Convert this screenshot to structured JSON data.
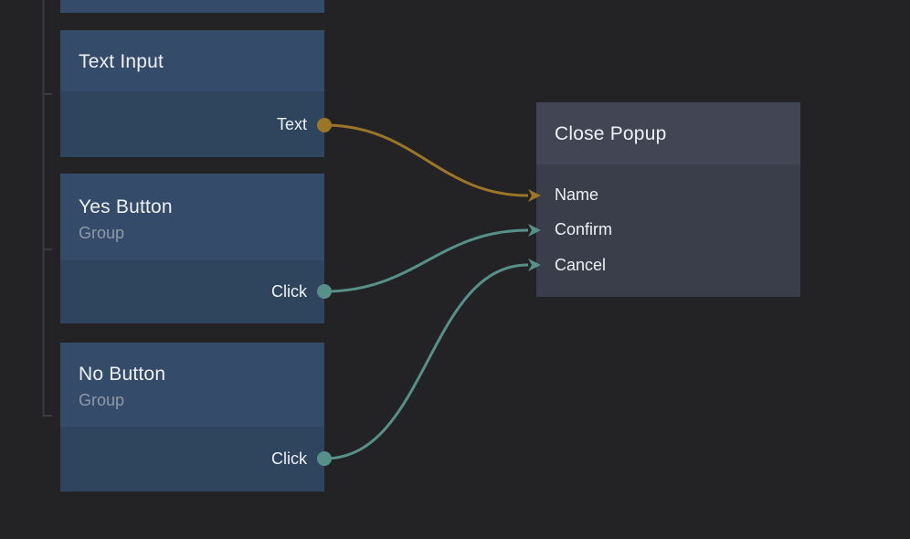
{
  "graph": {
    "background_color": "#232326",
    "bracket_color": "#3a3b3e"
  },
  "nodes": {
    "text_input": {
      "title": "Text Input",
      "outputs": [
        {
          "label": "Text"
        }
      ]
    },
    "yes_button": {
      "title": "Yes Button",
      "subtitle": "Group",
      "outputs": [
        {
          "label": "Click"
        }
      ]
    },
    "no_button": {
      "title": "No Button",
      "subtitle": "Group",
      "outputs": [
        {
          "label": "Click"
        }
      ]
    },
    "close_popup": {
      "title": "Close Popup",
      "inputs": [
        {
          "label": "Name"
        },
        {
          "label": "Confirm"
        },
        {
          "label": "Cancel"
        }
      ]
    }
  },
  "connections": [
    {
      "from": "Text Input / Text",
      "to": "Close Popup / Name",
      "color": "#9c7527"
    },
    {
      "from": "Yes Button / Click",
      "to": "Close Popup / Confirm",
      "color": "#579089"
    },
    {
      "from": "No Button / Click",
      "to": "Close Popup / Cancel",
      "color": "#579089"
    }
  ],
  "colors": {
    "node_header_blue": "#344b69",
    "node_body_blue": "#2f455e",
    "node_header_slate": "#414554",
    "node_body_slate": "#3a3e4b",
    "title_text": "#eef1f4",
    "subtitle_text": "#8f99a8",
    "wire_orange": "#9c7527",
    "wire_teal": "#579089"
  }
}
